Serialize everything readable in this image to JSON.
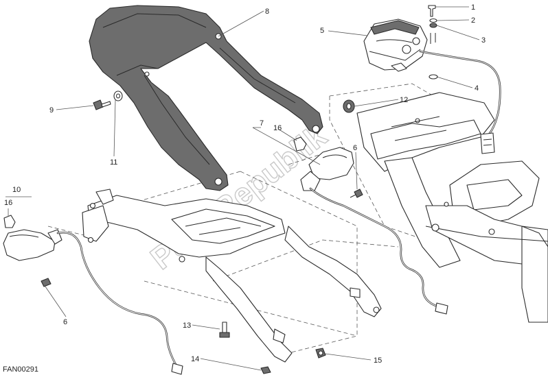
{
  "diagram": {
    "code": "FAN00291",
    "watermark": "PartsRepublik",
    "callouts": [
      "1",
      "2",
      "3",
      "4",
      "5",
      "6",
      "6",
      "7",
      "8",
      "9",
      "10",
      "11",
      "12",
      "13",
      "14",
      "15",
      "16",
      "16"
    ]
  }
}
